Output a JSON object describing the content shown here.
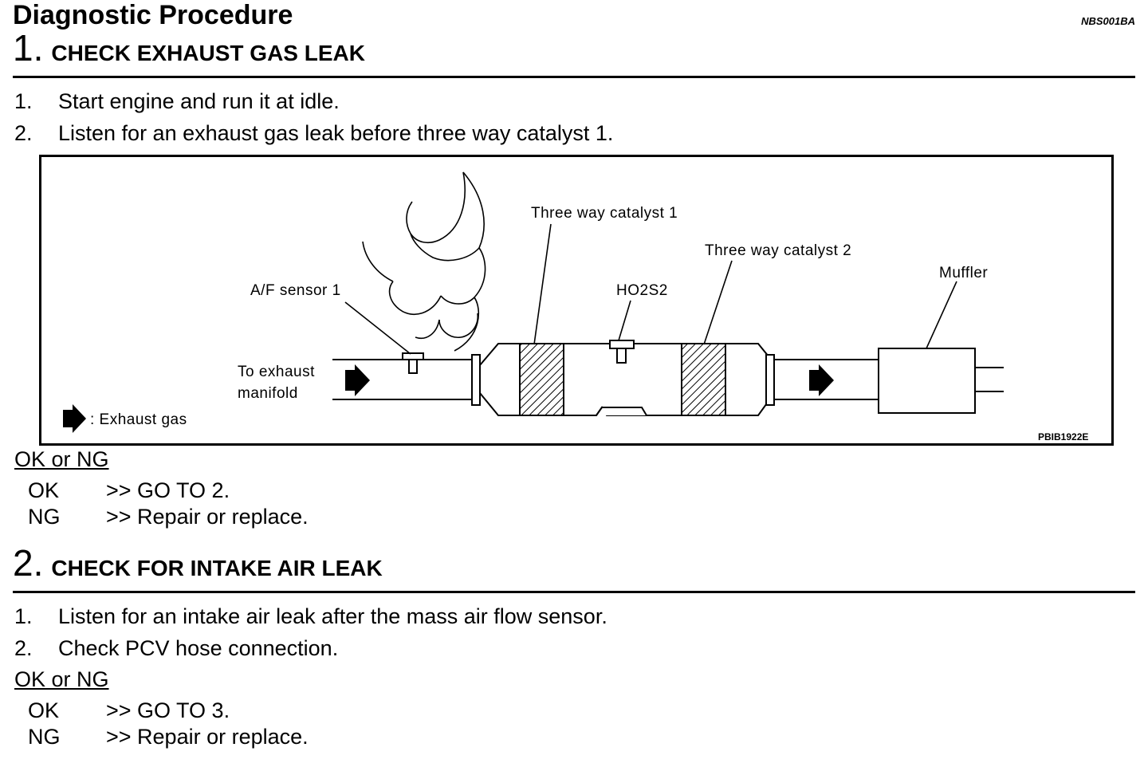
{
  "page": {
    "title": "Diagnostic Procedure",
    "doc_code": "NBS001BA"
  },
  "step1": {
    "number": "1.",
    "title": "CHECK EXHAUST GAS LEAK",
    "instructions": [
      {
        "num": "1.",
        "text": "Start engine and run it at idle."
      },
      {
        "num": "2.",
        "text": "Listen for an exhaust gas leak before three way catalyst 1."
      }
    ],
    "okng_heading": "OK or NG",
    "results": [
      {
        "key": "OK",
        "text": ">> GO TO 2."
      },
      {
        "key": "NG",
        "text": ">> Repair or replace."
      }
    ]
  },
  "figure": {
    "labels": {
      "af_sensor": "A/F sensor 1",
      "to_exhaust_1": "To exhaust",
      "to_exhaust_2": "manifold",
      "catalyst1": "Three way catalyst 1",
      "catalyst2": "Three way catalyst 2",
      "ho2s2": "HO2S2",
      "muffler": "Muffler",
      "legend": ": Exhaust gas"
    },
    "code": "PBIB1922E"
  },
  "step2": {
    "number": "2.",
    "title": "CHECK FOR INTAKE AIR LEAK",
    "instructions": [
      {
        "num": "1.",
        "text": "Listen for an intake air leak after the mass air flow sensor."
      },
      {
        "num": "2.",
        "text": "Check PCV hose connection."
      }
    ],
    "okng_heading": "OK or NG",
    "results": [
      {
        "key": "OK",
        "text": ">> GO TO 3."
      },
      {
        "key": "NG",
        "text": ">> Repair or replace."
      }
    ]
  }
}
